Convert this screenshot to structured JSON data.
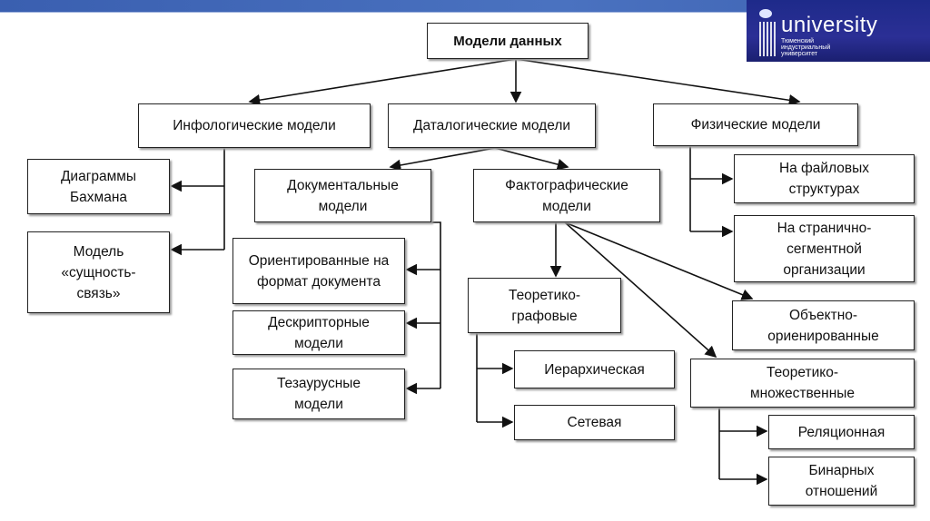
{
  "logo": {
    "name": "university",
    "subtitle": "Тюменский индустриальный университет"
  },
  "diagram": {
    "root": "Модели данных",
    "infological": "Инфологические модели",
    "datalogical": "Даталогические модели",
    "physical": "Физические модели",
    "bachman": "Диаграммы Бахмана",
    "er": "Модель «сущность-связь»",
    "documental": "Документальные модели",
    "factographic": "Фактографические модели",
    "format_oriented": "Ориентированные на формат документа",
    "descriptor": "Дескрипторные модели",
    "thesaurus": "Тезаурусные модели",
    "graph": "Теоретико-графовые",
    "hierarchical": "Иерархическая",
    "network": "Сетевая",
    "file": "На файловых структурах",
    "page": "На странично-сегментной организации",
    "object": "Объектно-ориенированные",
    "set": "Теоретико-множественные",
    "relational": "Реляционная",
    "binary": "Бинарных отношений"
  }
}
